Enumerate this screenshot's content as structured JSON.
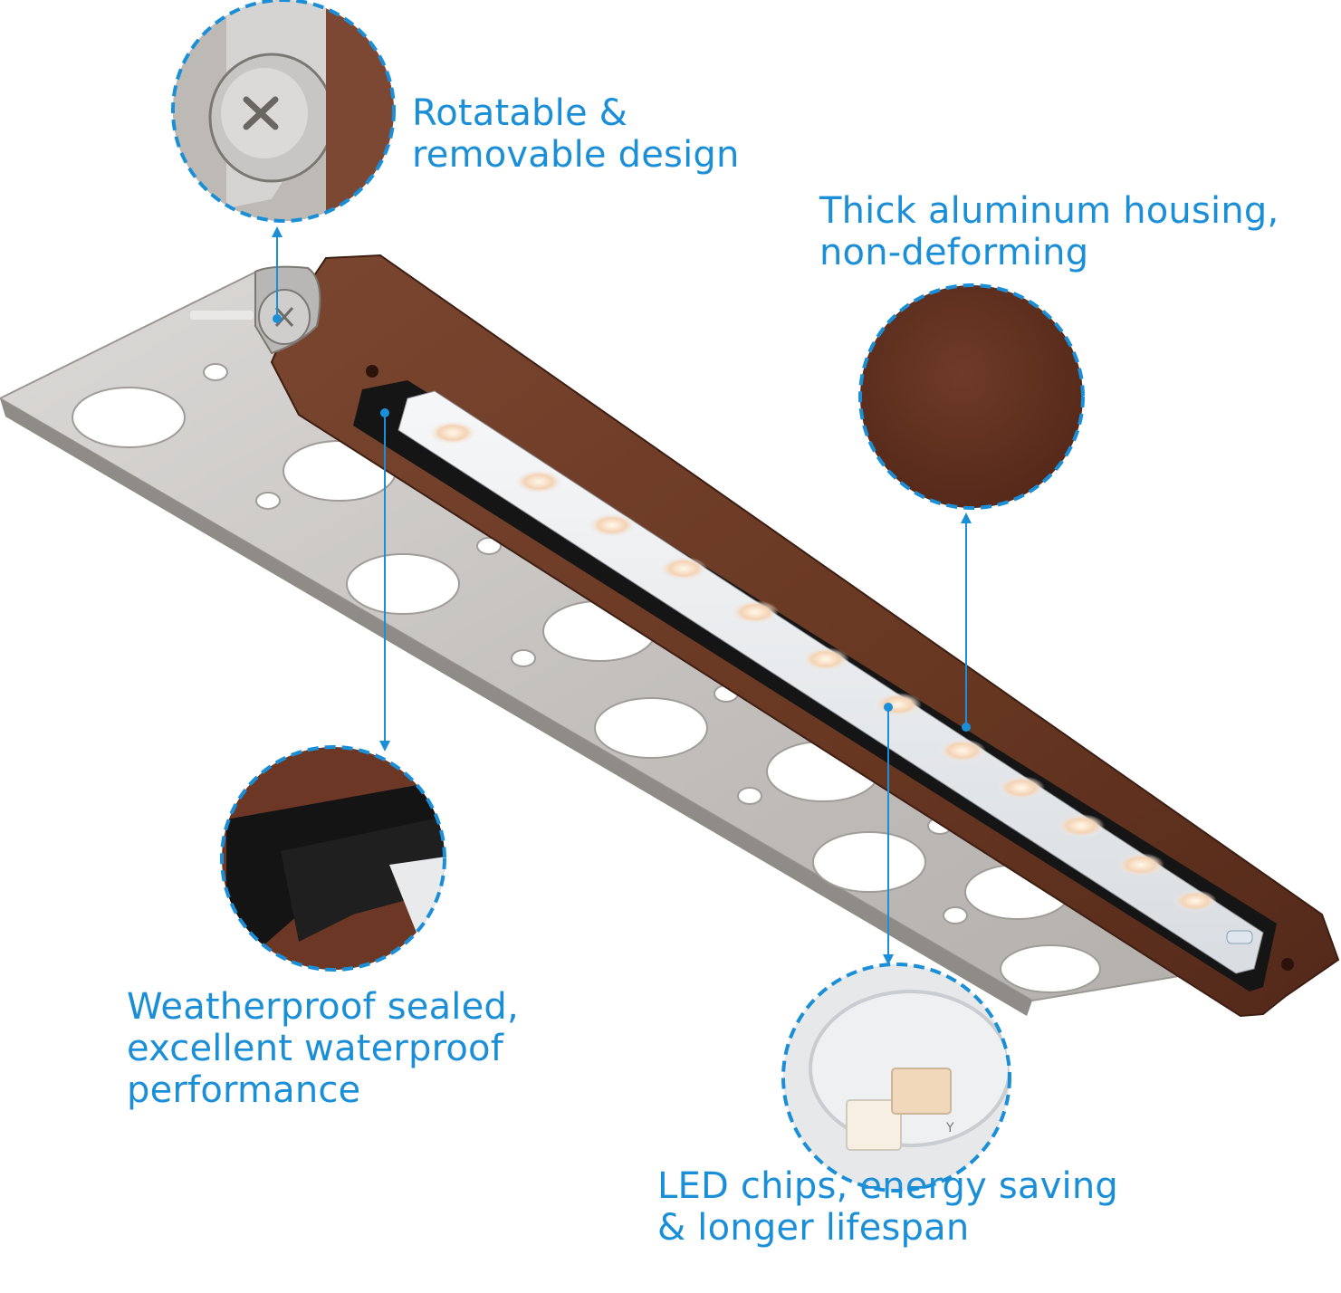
{
  "features": [
    {
      "id": "rotatable",
      "lines": [
        "Rotatable &",
        "removable design"
      ],
      "zoom_subject": "mounting screw and tab"
    },
    {
      "id": "housing",
      "lines": [
        "Thick aluminum housing,",
        "non-deforming"
      ],
      "zoom_subject": "textured bronze finish"
    },
    {
      "id": "weather",
      "lines": [
        "Weatherproof sealed,",
        "excellent waterproof",
        "performance"
      ],
      "zoom_subject": "rubber gasket seal"
    },
    {
      "id": "led",
      "lines": [
        "LED chips, energy saving",
        "& longer lifespan"
      ],
      "zoom_subject": "LED chip under diffuser"
    }
  ],
  "colors": {
    "accent": "#1a8fd8",
    "housing": "#6a3a24",
    "housing_dark": "#4a2416",
    "bracket": "#c9c6c3",
    "lens": "#e9ecef",
    "gasket": "#161616"
  },
  "icons": [
    "callout-arrow-icon",
    "zoom-circle-icon"
  ]
}
